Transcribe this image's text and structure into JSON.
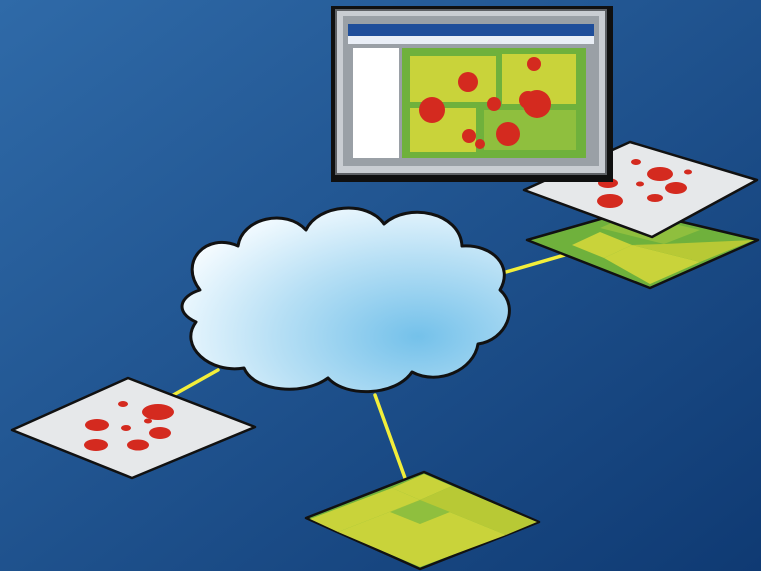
{
  "colors": {
    "background_light": "#2f6aa8",
    "background_dark": "#0f3a73",
    "connector": "#f2ee3a",
    "cloud_light": "#f4fbff",
    "cloud_dark": "#74c1ea",
    "outline": "#111111",
    "feature_layer": "#e6e8ea",
    "feature_dot": "#d42a1f",
    "raster_green": "#6fb13c",
    "raster_yellow": "#c9d33a",
    "window_titlebar": "#1f4e9a",
    "window_frame": "#d9dde2"
  },
  "nodes": [
    {
      "kind": "cloud",
      "icon": "cloud-icon"
    },
    {
      "kind": "map-viewer",
      "icon": "map-window-icon"
    },
    {
      "kind": "feature-layer",
      "icon": "point-features-layer-icon"
    },
    {
      "kind": "raster-layer",
      "icon": "raster-layer-icon"
    }
  ]
}
